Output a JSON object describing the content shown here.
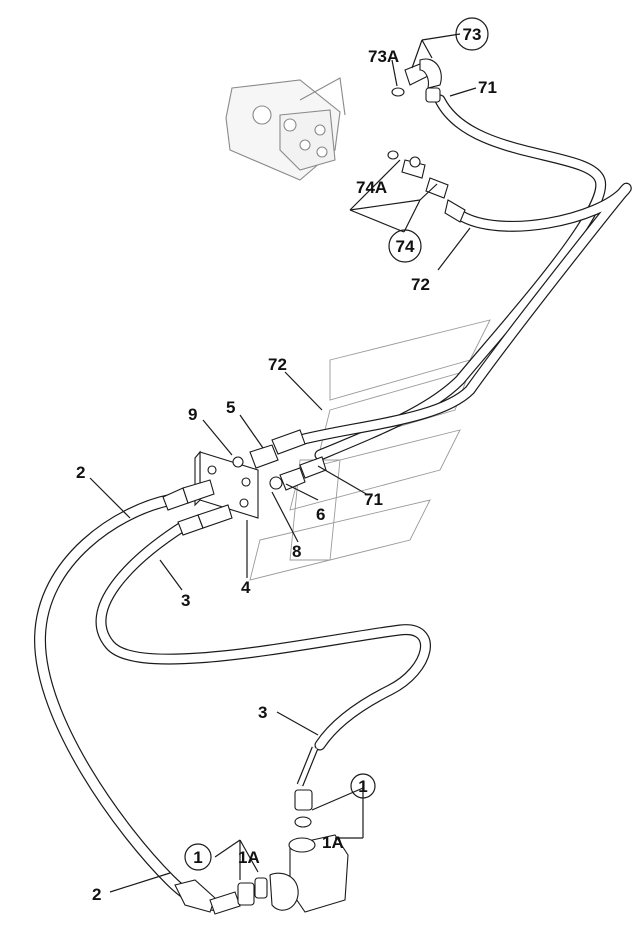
{
  "diagram": {
    "callouts": {
      "c73": "73",
      "c73a": "73A",
      "c71_top": "71",
      "c74a": "74A",
      "c74": "74",
      "c72_top": "72",
      "c72_mid": "72",
      "c9": "9",
      "c5": "5",
      "c2_top": "2",
      "c71_mid": "71",
      "c6": "6",
      "c8": "8",
      "c3_top": "3",
      "c4": "4",
      "c3_bottom": "3",
      "c1_right": "1",
      "c1a_right": "1A",
      "c1_left": "1",
      "c1a_left": "1A",
      "c2_bottom": "2"
    },
    "stroke_color": "#1a1a1a",
    "background_color": "#ffffff"
  }
}
